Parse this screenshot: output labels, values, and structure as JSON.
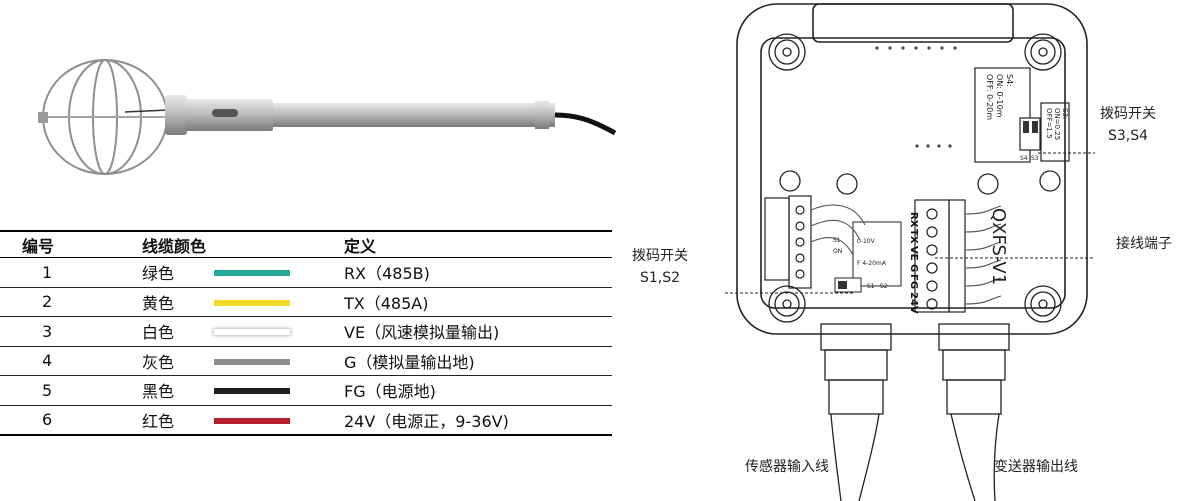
{
  "table": {
    "headers": [
      "编号",
      "线缆颜色",
      "定义"
    ],
    "rows": [
      {
        "no": "1",
        "color_name": "绿色",
        "swatch": "#26a99a",
        "definition": "RX（485B)"
      },
      {
        "no": "2",
        "color_name": "黄色",
        "swatch": "#f2dc2a",
        "definition": "TX（485A)"
      },
      {
        "no": "3",
        "color_name": "白色",
        "swatch": "#ffffff",
        "definition": "VE（风速模拟量输出)"
      },
      {
        "no": "4",
        "color_name": "灰色",
        "swatch": "#8c8c8c",
        "definition": "G（模拟量输出地)"
      },
      {
        "no": "5",
        "color_name": "黑色",
        "swatch": "#1e1e1e",
        "definition": "FG（电源地)"
      },
      {
        "no": "6",
        "color_name": "红色",
        "swatch": "#b41e2d",
        "definition": "24V（电源正，9-36V)"
      }
    ]
  },
  "box": {
    "model_label": "QXFS-V1",
    "terminal_labels": [
      "RX",
      "TX",
      "VE",
      "G",
      "FG",
      "24V"
    ],
    "s4_switch_note": {
      "title": "S4:",
      "on": "ON: 0-10m",
      "off": "OFF: 0-20m"
    },
    "s3_switch_note": {
      "title": "S3:",
      "on": "ON=0.25",
      "off": "OFF=1.5"
    },
    "switch_ids_top": [
      "S4",
      "S3"
    ],
    "switch_ids_left": [
      "S1",
      "S2"
    ],
    "output_opts": [
      "S1",
      "ON",
      "0-10V",
      "F 4-20mA"
    ]
  },
  "callouts": {
    "s3s4_title": "拨码开关",
    "s3s4_ids": "S3,S4",
    "terminal": "接线端子",
    "s1s2_title": "拨码开关",
    "s1s2_ids": "S1,S2",
    "sensor_input": "传感器输入线",
    "transmitter_output": "变送器输出线"
  }
}
